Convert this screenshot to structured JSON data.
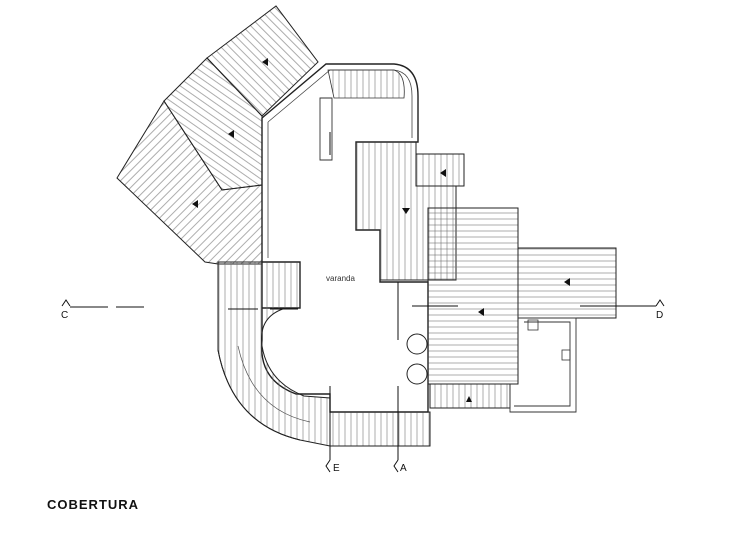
{
  "drawing": {
    "title": "COBERTURA",
    "room_label": "varanda",
    "sections": {
      "c": "C",
      "d": "D",
      "e": "E",
      "a": "A"
    }
  }
}
